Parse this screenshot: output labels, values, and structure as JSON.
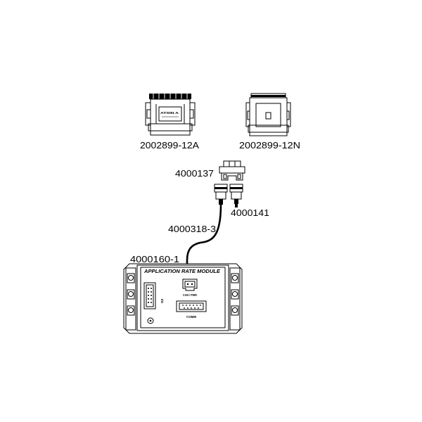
{
  "parts": {
    "connector_a": "2002899-12A",
    "connector_n": "2002899-12N",
    "adapter": "4000137",
    "terminator": "4000141",
    "cable": "4000318-3",
    "module": "4000160-1"
  },
  "module": {
    "title": "APPLICATION RATE MODULE",
    "port_can": "CAN / PWR",
    "port_comm": "COMM",
    "port_side": "I/O"
  },
  "connector_a_label": "ATSIN A"
}
